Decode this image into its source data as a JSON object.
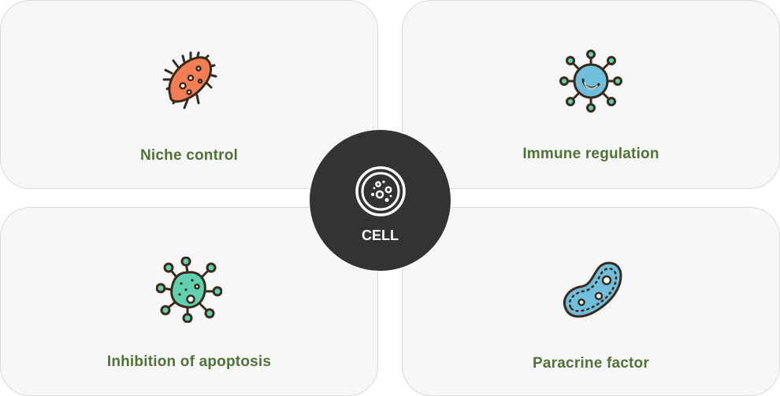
{
  "center": {
    "label": "CELL",
    "icon": "petri-dish-icon"
  },
  "cards": {
    "top_left": {
      "label": "Niche control",
      "icon": "bacteria-icon"
    },
    "top_right": {
      "label": "Immune regulation",
      "icon": "immune-cell-icon"
    },
    "bottom_left": {
      "label": "Inhibition of apoptosis",
      "icon": "virus-icon"
    },
    "bottom_right": {
      "label": "Paracrine factor",
      "icon": "microbe-icon"
    }
  },
  "colors": {
    "label_green": "#4f7237",
    "card_bg": "#f7f7f7",
    "center_bg": "#333333",
    "bacteria_orange": "#f47e54",
    "immune_blue": "#6fbfdc",
    "virus_green": "#5fd1ae",
    "microbe_blue": "#6fbfdc"
  }
}
